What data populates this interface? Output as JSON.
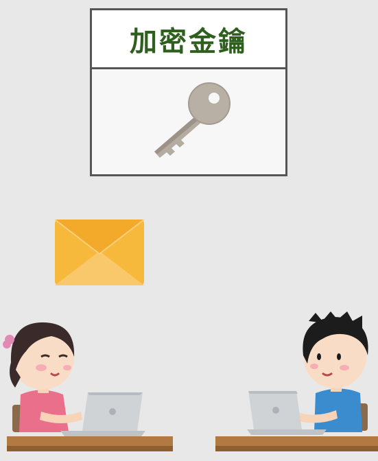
{
  "key_card": {
    "title": "加密金鑰",
    "icon": "key-icon"
  },
  "envelope": {
    "icon": "envelope-icon"
  },
  "people": [
    {
      "role": "sender",
      "icon": "girl-with-laptop"
    },
    {
      "role": "receiver",
      "icon": "boy-with-laptop"
    }
  ],
  "colors": {
    "title": "#2f5f1f",
    "card_border": "#555555",
    "key": "#b4aba1",
    "envelope": "#f6b93b",
    "background": "#e8e8e8"
  }
}
